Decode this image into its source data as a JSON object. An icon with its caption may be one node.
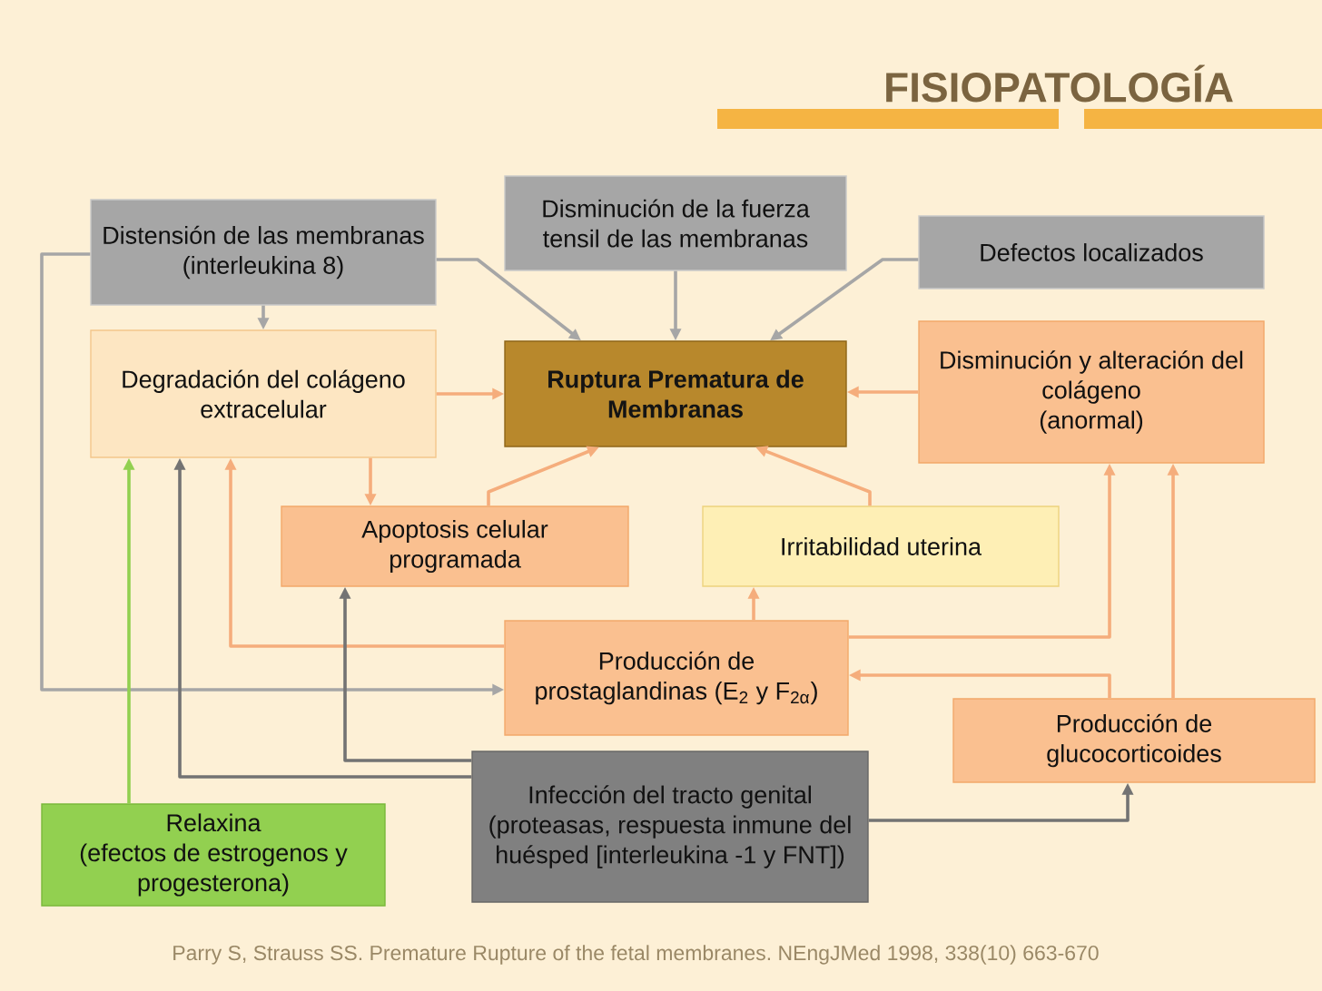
{
  "diagram": {
    "title": "FISIOPATOLOGÍA",
    "caption": "Parry S, Strauss SS. Premature Rupture of the fetal membranes. NEngJMed 1998, 338(10) 663-670",
    "nodes": [
      {
        "text": [
          "Distensión de las membranas",
          "(interleukina 8)"
        ]
      },
      {
        "text": [
          "Disminución de la fuerza tensil de las membranas"
        ]
      },
      {
        "text": [
          "Defectos localizados"
        ]
      },
      {
        "text": [
          "Degradación del colágeno extracelular"
        ]
      },
      {
        "text": [
          "Ruptura Prematura de Membranas"
        ]
      },
      {
        "text": [
          "Disminución y alteración del colágeno",
          "(anormal)"
        ]
      },
      {
        "text": [
          "Apoptosis celular programada"
        ]
      },
      {
        "text": [
          "Irritabilidad uterina"
        ]
      },
      {
        "text": [
          "Producción de prostaglandinas (E$_{2}$ y F$_{2α}$)"
        ]
      },
      {
        "text": [
          "Producción de glucocorticoides"
        ]
      },
      {
        "text": [
          "Infección del tracto genital",
          "(proteasas, respuesta inmune del huésped [interleukina -1 y FNT])"
        ]
      },
      {
        "text": [
          "Relaxina",
          "(efectos de estrogenos y progesterona)"
        ]
      }
    ],
    "edges": [
      {
        "from": 0,
        "to": 3,
        "arrow": "to",
        "color": "#a6a6a6"
      },
      {
        "from": 0,
        "to": 4,
        "arrow": "to",
        "color": "#a6a6a6"
      },
      {
        "from": 0,
        "to": 8,
        "arrow": "to",
        "color": "#a6a6a6"
      },
      {
        "from": 1,
        "to": 4,
        "arrow": "to",
        "color": "#a6a6a6"
      },
      {
        "from": 2,
        "to": 4,
        "arrow": "to",
        "color": "#a6a6a6"
      },
      {
        "from": 3,
        "to": 4,
        "arrow": "to"
      },
      {
        "from": 5,
        "to": 4,
        "arrow": "to"
      },
      {
        "from": 3,
        "to": 6,
        "arrow": "to"
      },
      {
        "from": 6,
        "to": 4,
        "arrow": "to"
      },
      {
        "from": 7,
        "to": 4,
        "arrow": "to"
      },
      {
        "from": 11,
        "to": 3,
        "arrow": "to",
        "color": "#92d050"
      },
      {
        "from": 10,
        "to": 3,
        "arrow": "to",
        "color": "#737373"
      },
      {
        "from": 8,
        "to": 3,
        "arrow": "to"
      },
      {
        "from": 10,
        "to": 6,
        "arrow": "to",
        "color": "#737373"
      },
      {
        "from": 8,
        "to": 7,
        "arrow": "to"
      },
      {
        "from": 8,
        "to": 5,
        "arrow": "to"
      },
      {
        "from": 9,
        "to": 8,
        "arrow": "to"
      },
      {
        "from": 9,
        "to": 5,
        "arrow": "to"
      },
      {
        "from": 10,
        "to": 9,
        "arrow": "to",
        "color": "#737373"
      }
    ]
  }
}
